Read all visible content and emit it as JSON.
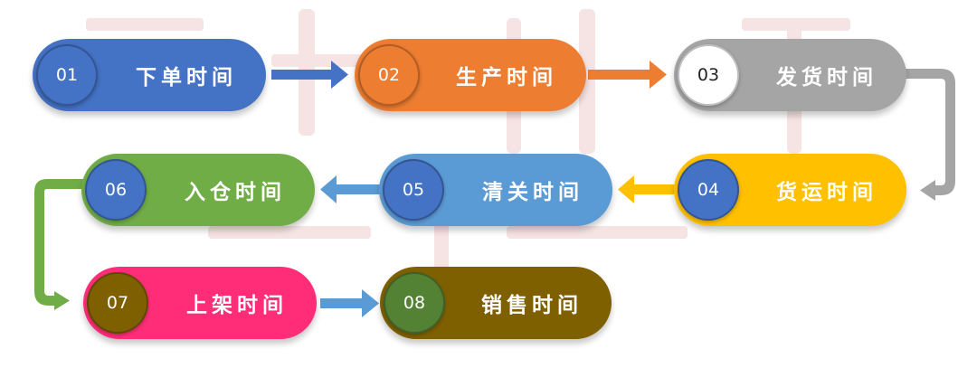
{
  "steps": [
    {
      "num": "01",
      "label": "下单时间"
    },
    {
      "num": "02",
      "label": "生产时间"
    },
    {
      "num": "03",
      "label": "发货时间"
    },
    {
      "num": "04",
      "label": "货运时间"
    },
    {
      "num": "05",
      "label": "清关时间"
    },
    {
      "num": "06",
      "label": "入仓时间"
    },
    {
      "num": "07",
      "label": "上架时间"
    },
    {
      "num": "08",
      "label": "销售时间"
    }
  ],
  "colors": {
    "blue": "#4472C4",
    "orange": "#ED7D31",
    "gray": "#A5A5A5",
    "yellow": "#FFC000",
    "light_blue": "#5B9BD5",
    "green": "#70AD47",
    "pink": "#FF2D78",
    "brown": "#7F6000"
  }
}
